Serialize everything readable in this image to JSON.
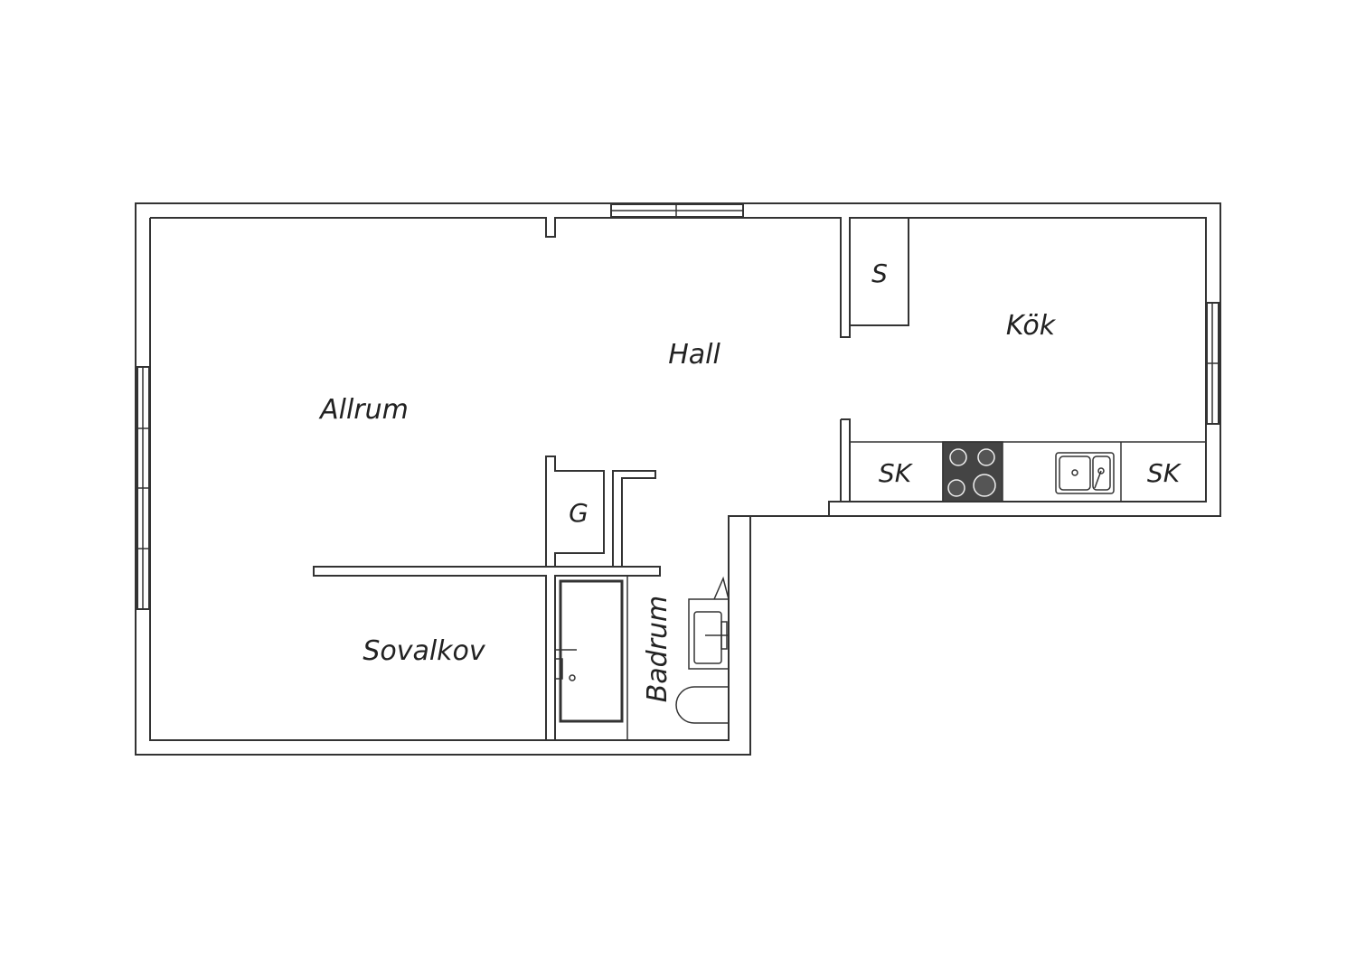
{
  "rooms": {
    "allrum": "Allrum",
    "hall": "Hall",
    "kok": "Kök",
    "storage": "S",
    "wardrobe": "G",
    "sovalkov": "Sovalkov",
    "badrum": "Badrum",
    "cabinet_left": "SK",
    "cabinet_right": "SK"
  },
  "colors": {
    "wall_stroke": "#333333",
    "stove": "#444444",
    "background": "#ffffff"
  }
}
